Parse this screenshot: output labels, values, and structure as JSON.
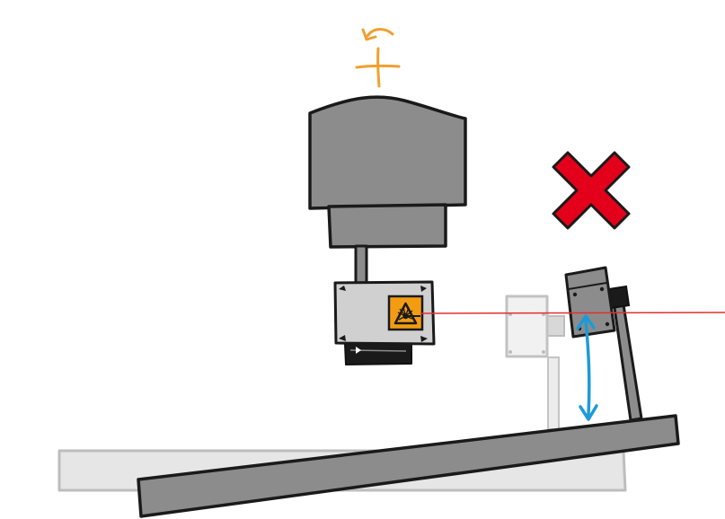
{
  "diagram": {
    "kind": "sketch illustration",
    "elements": {
      "rotation_indicator": "rotation-arrow-icon",
      "crosshair": "crosshair-icon",
      "machine_head": "machine-head",
      "laser_sensor": "laser-sensor",
      "laser_warning": "laser-warning-icon",
      "laser_beam": "laser-beam",
      "reference_sensor_ghost": "ghost-sensor",
      "tilted_sensor": "tilted-sensor",
      "distance_arrow": "double-arrow-icon",
      "incorrect_mark": "red-x-icon",
      "reference_base_ghost": "ghost-base-plate",
      "tilted_base": "tilted-base-plate"
    },
    "colors": {
      "machine_gray": "#8c8c8c",
      "dark_outline": "#1a1a1a",
      "sensor_light": "#d0d0d0",
      "ghost_fill": "#e6e6e6",
      "ghost_outline": "#bdbdbd",
      "warning_orange": "#f39c12",
      "orange_accent": "#f0a030",
      "laser_red": "#e03030",
      "x_red": "#e2001a",
      "arrow_blue": "#1e9ad6"
    }
  }
}
